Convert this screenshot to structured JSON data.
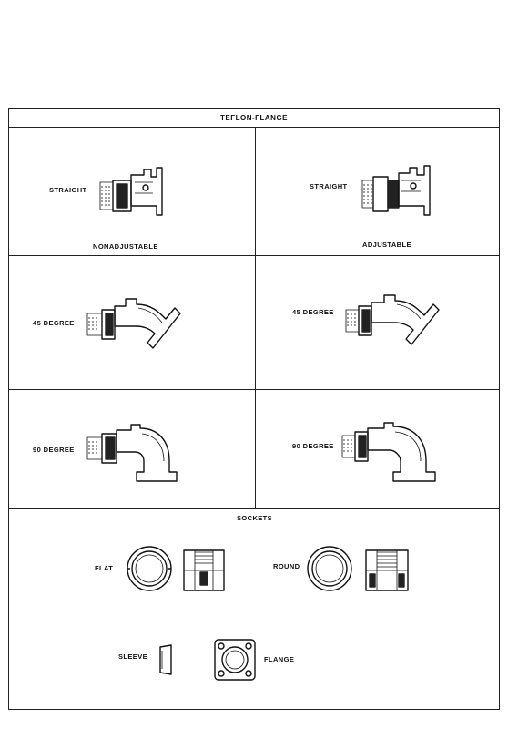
{
  "title": "TEFLON-FLANGE",
  "straight_nonadjustable": {
    "label": "STRAIGHT",
    "caption": "NONADJUSTABLE"
  },
  "straight_adjustable": {
    "label": "STRAIGHT",
    "caption": "ADJUSTABLE"
  },
  "deg45_left": {
    "label": "45 DEGREE"
  },
  "deg45_right": {
    "label": "45 DEGREE"
  },
  "deg90_left": {
    "label": "90 DEGREE"
  },
  "deg90_right": {
    "label": "90 DEGREE"
  },
  "sockets": {
    "title": "SOCKETS",
    "flat": "FLAT",
    "round": "ROUND",
    "sleeve": "SLEEVE",
    "flange": "FLANGE"
  }
}
